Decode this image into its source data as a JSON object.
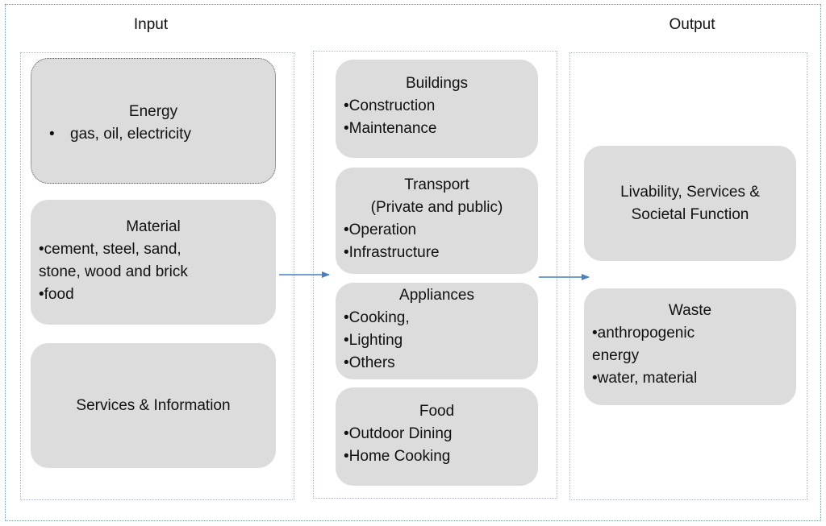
{
  "headers": {
    "input": "Input",
    "output": "Output"
  },
  "input_boxes": {
    "energy": {
      "title": "Energy",
      "bullets": [
        "gas, oil, electricity"
      ]
    },
    "material": {
      "title": "Material",
      "lines": [
        "•cement, steel, sand,",
        "stone, wood and brick",
        "•food"
      ]
    },
    "services": {
      "title": "Services & Information"
    }
  },
  "middle_boxes": {
    "buildings": {
      "title": "Buildings",
      "lines": [
        "•Construction",
        "•Maintenance"
      ]
    },
    "transport": {
      "title": "Transport",
      "subtitle": "(Private and public)",
      "lines": [
        "•Operation",
        "•Infrastructure"
      ]
    },
    "appliances": {
      "title": "Appliances",
      "lines": [
        "•Cooking,",
        "•Lighting",
        "•Others"
      ]
    },
    "food": {
      "title": "Food",
      "lines": [
        "•Outdoor Dining",
        "•Home Cooking"
      ]
    }
  },
  "output_boxes": {
    "livability": {
      "lines": [
        "Livability, Services &",
        "Societal Function"
      ]
    },
    "waste": {
      "title": "Waste",
      "lines": [
        "•anthropogenic",
        "energy",
        "•water, material"
      ]
    }
  },
  "colors": {
    "box_fill": "#dcdcdc",
    "arrow": "#4a7fc1",
    "frame": "#6a9ac8"
  }
}
